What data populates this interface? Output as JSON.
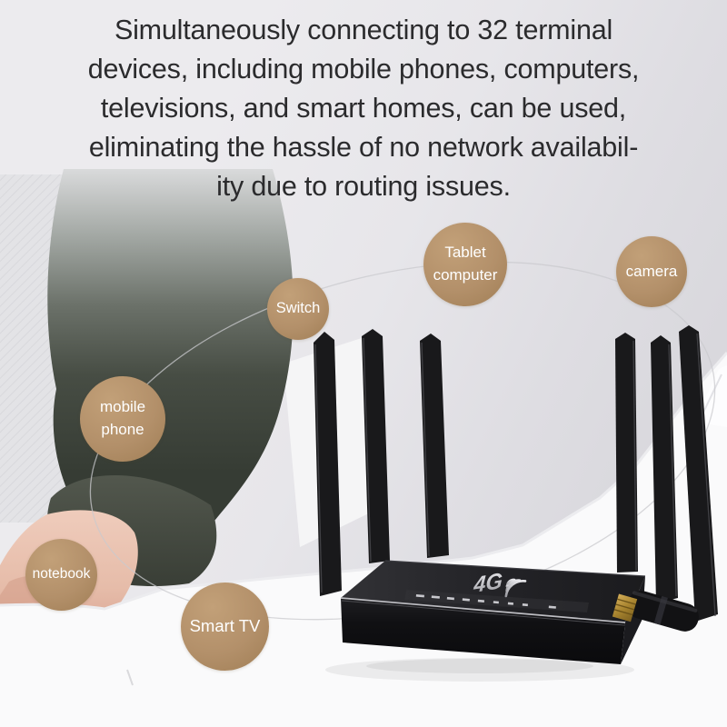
{
  "heading": {
    "lines": [
      "Simultaneously connecting to 32 terminal",
      "devices, including mobile phones, computers,",
      "televisions, and smart homes, can be used,",
      "eliminating the hassle of no network availabil-",
      "ity due to routing issues."
    ]
  },
  "device_labels": [
    {
      "id": "switch",
      "line1": "Switch",
      "line2": ""
    },
    {
      "id": "tablet-computer",
      "line1": "Tablet",
      "line2": "computer"
    },
    {
      "id": "camera",
      "line1": "camera",
      "line2": ""
    },
    {
      "id": "mobile-phone",
      "line1": "mobile",
      "line2": "phone"
    },
    {
      "id": "notebook",
      "line1": "notebook",
      "line2": ""
    },
    {
      "id": "smart-tv",
      "line1": "Smart TV",
      "line2": ""
    }
  ],
  "router": {
    "logo_text": "4G",
    "antenna_count": 6,
    "led_indicator_count": 9
  },
  "colors": {
    "label_circle": "#b3906a",
    "label_text": "#ffffff",
    "heading_text": "#2b2b2d",
    "router_body": "#141416",
    "brass_connector": "#b08d3e",
    "wall": "#e7e6ea",
    "table": "#fafafa"
  }
}
